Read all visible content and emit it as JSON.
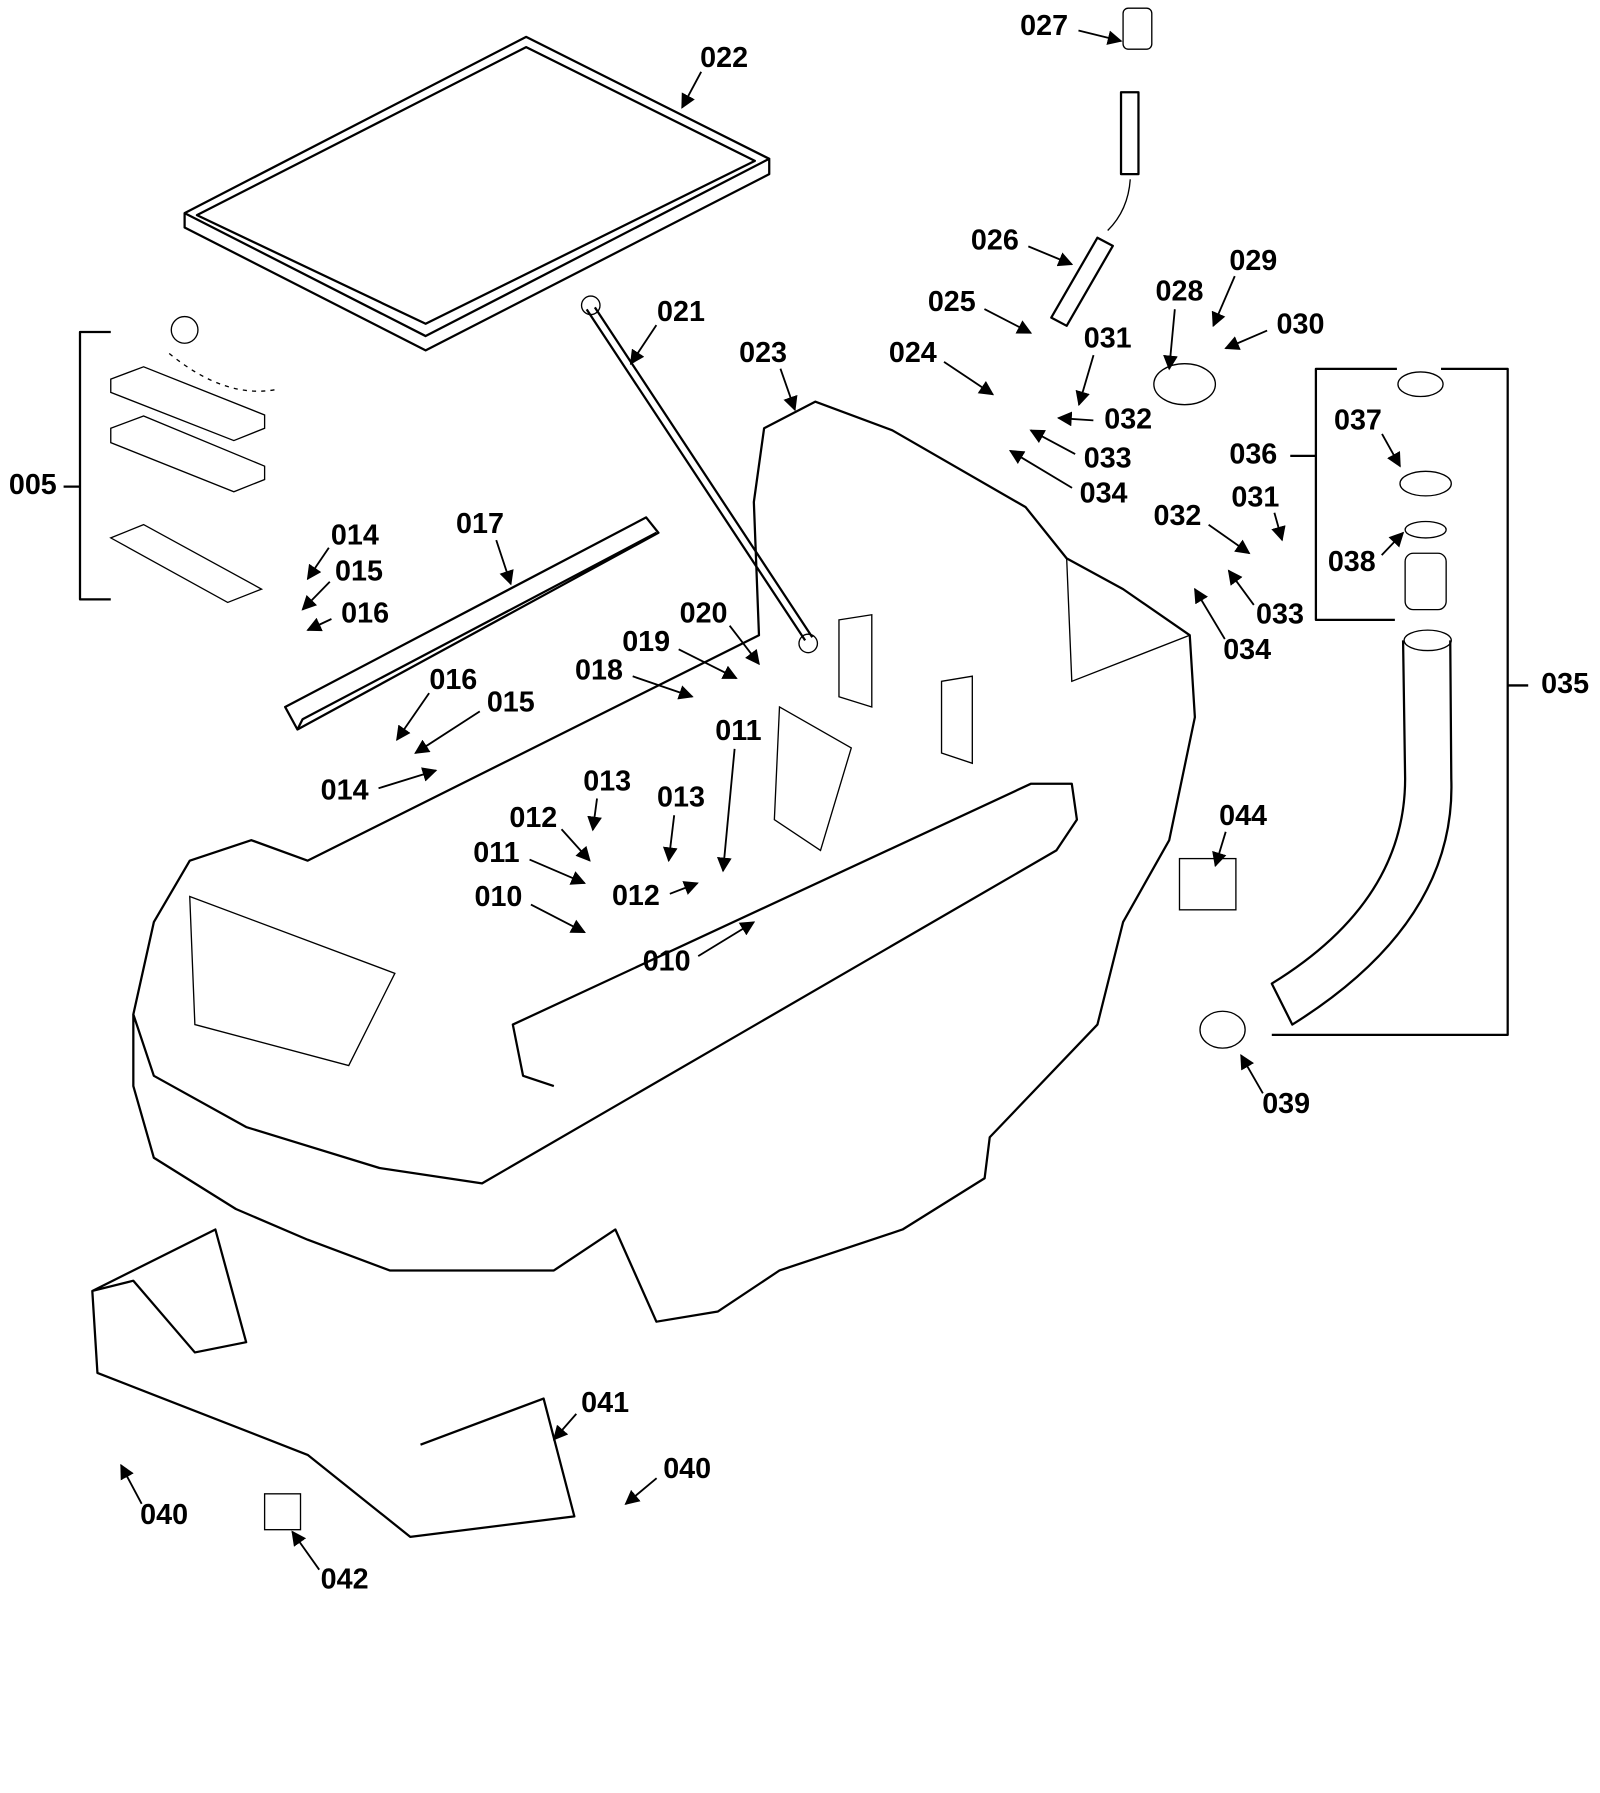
{
  "diagram": {
    "type": "exploded parts diagram",
    "line_color": "#000000",
    "background": "#ffffff",
    "callouts": [
      "027",
      "022",
      "026",
      "025",
      "021",
      "028",
      "029",
      "030",
      "024",
      "023",
      "031",
      "032",
      "033",
      "034",
      "005",
      "036",
      "037",
      "038",
      "031",
      "032",
      "033",
      "034",
      "014",
      "015",
      "016",
      "017",
      "020",
      "019",
      "018",
      "016",
      "015",
      "014",
      "011",
      "013",
      "013",
      "012",
      "011",
      "010",
      "012",
      "010",
      "035",
      "044",
      "039",
      "041",
      "040",
      "040",
      "042"
    ]
  }
}
